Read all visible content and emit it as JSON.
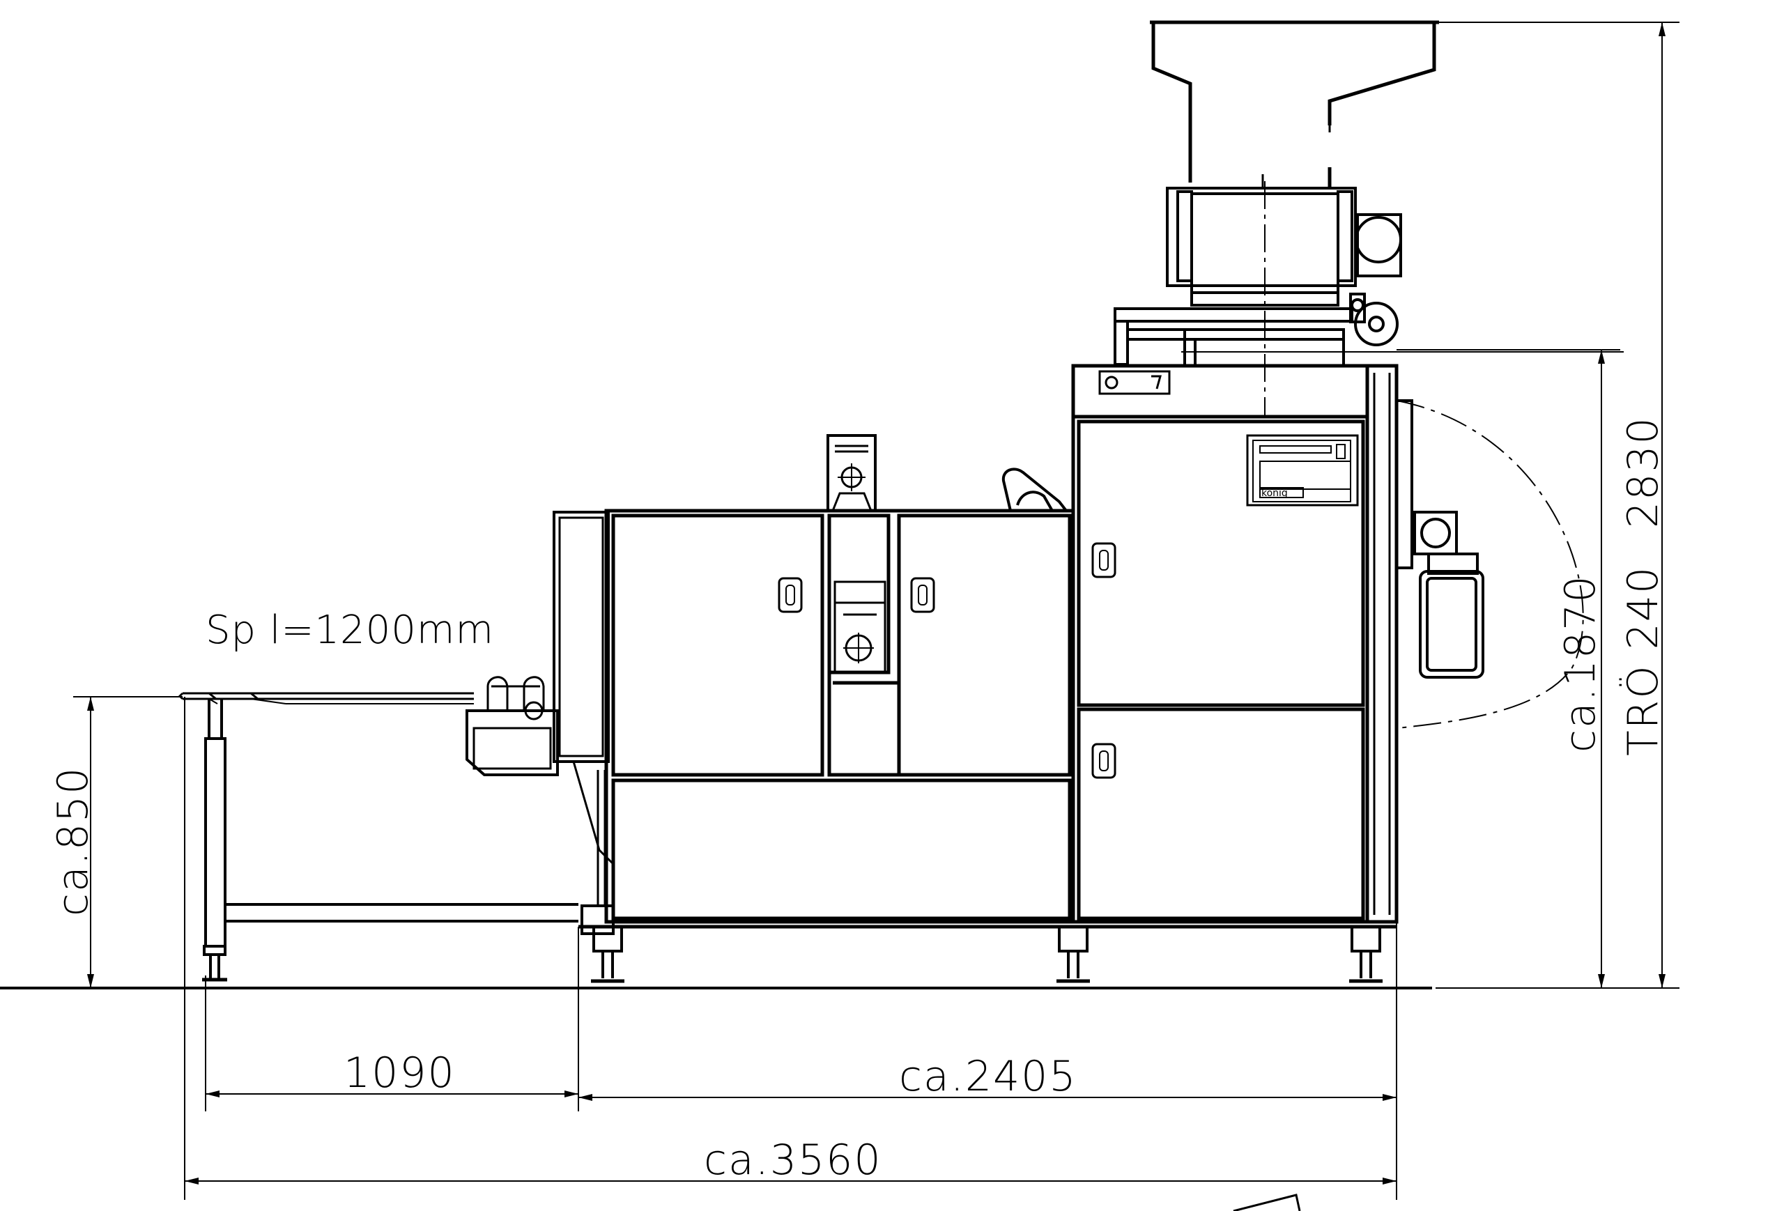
{
  "drawing": {
    "line_color": "#000000",
    "background": "#ffffff"
  },
  "labels": {
    "conveyor_note": "Sp l=1200mm",
    "brand": "könig"
  },
  "dimensions": {
    "table_height": "ca.850",
    "machine_height": "ca.1870",
    "hopper_note": "TRÖ 240",
    "total_height": "2830",
    "conveyor_length": "1090",
    "machine_length": "ca.2405",
    "total_length": "ca.3560"
  }
}
